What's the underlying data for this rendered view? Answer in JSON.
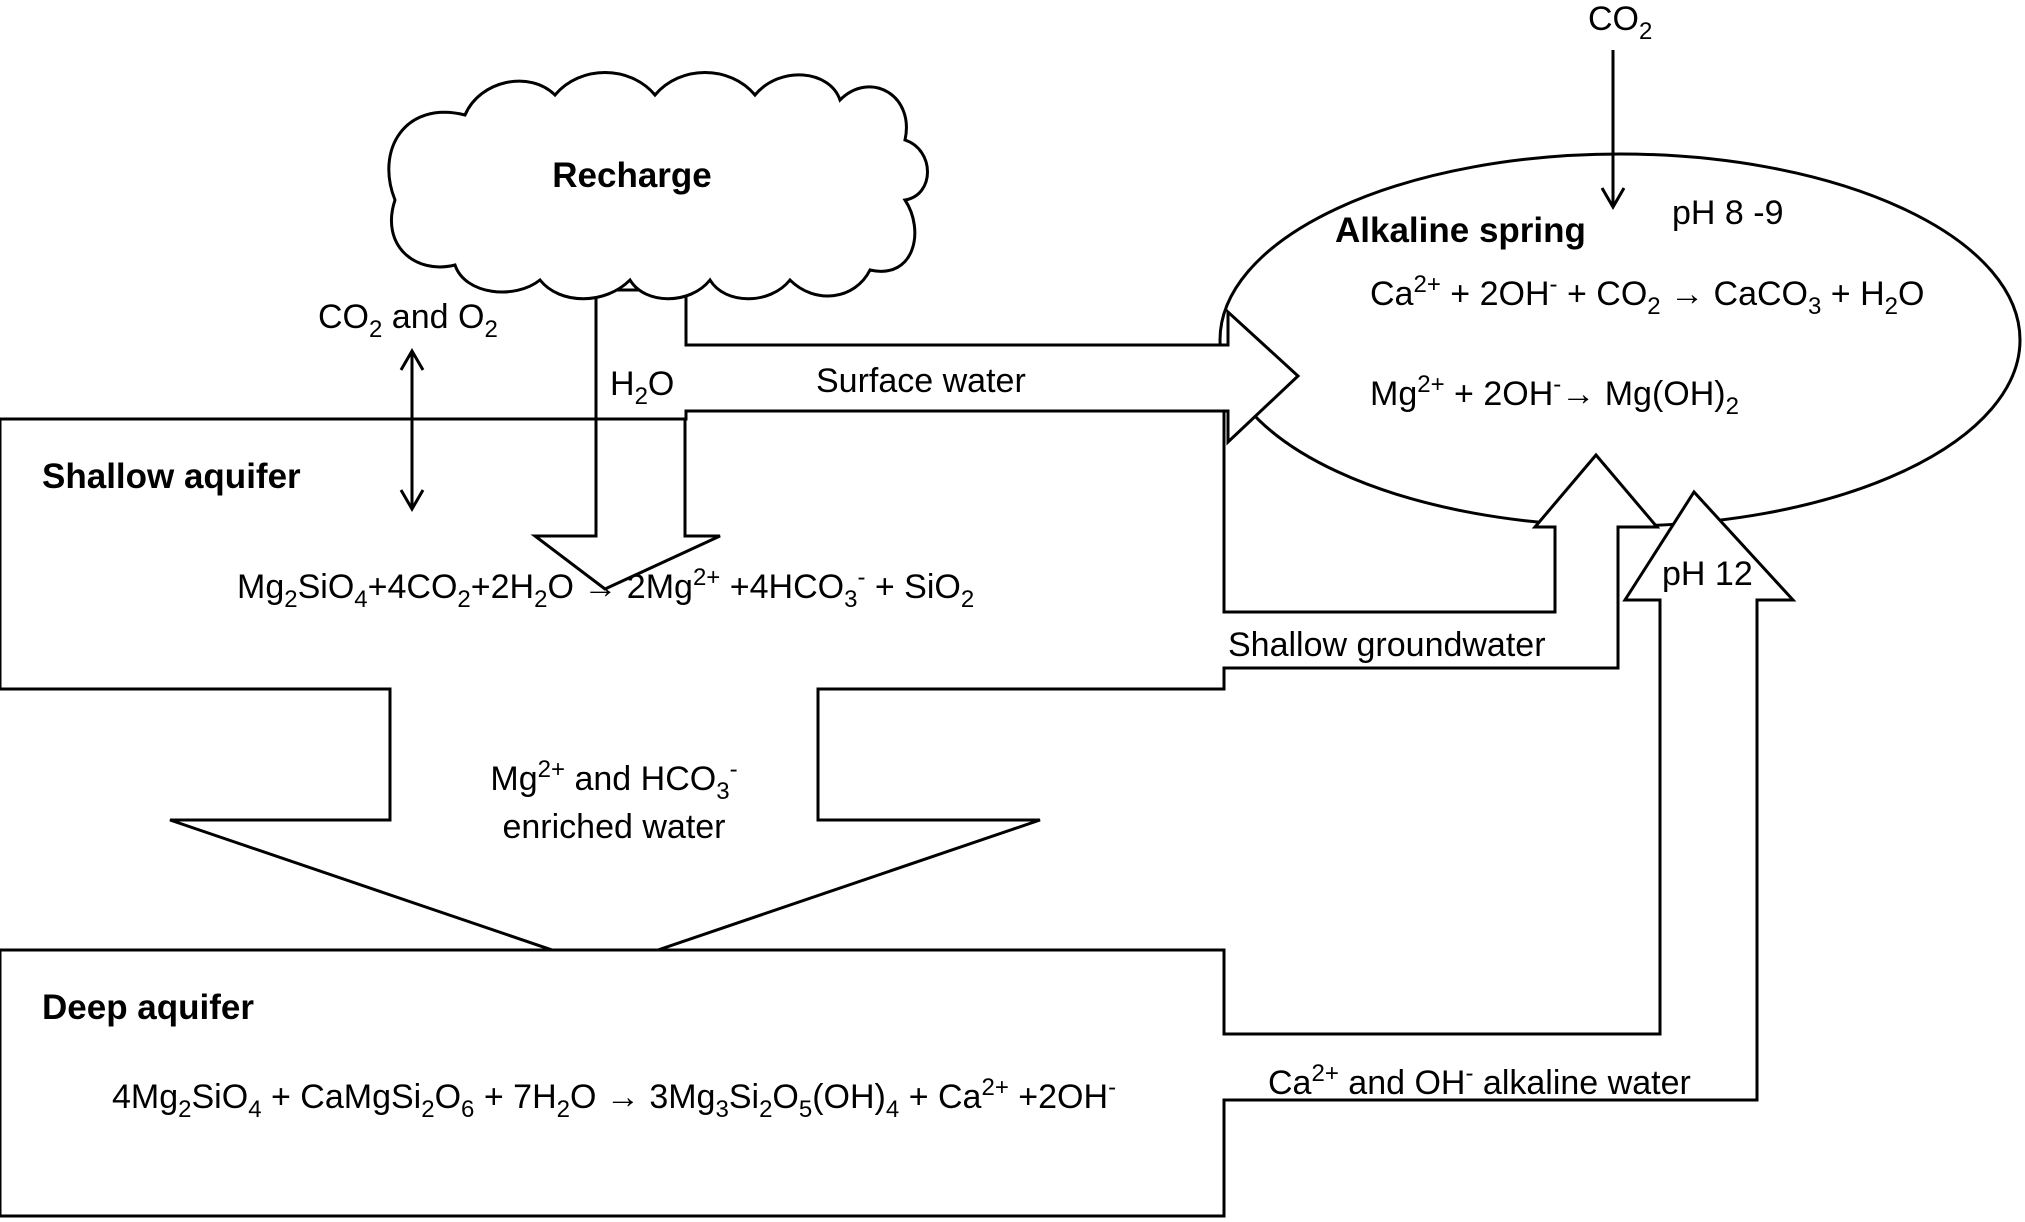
{
  "cloud": {
    "label": "Recharge"
  },
  "co2_o2": {
    "a": "CO",
    "a_sub": "2",
    "b": " and O",
    "b_sub": "2"
  },
  "h2o": {
    "a": "H",
    "sub": "2",
    "b": "O"
  },
  "surface_water": "Surface water",
  "shallow_aquifer": {
    "title": "Shallow aquifer",
    "equation": [
      {
        "t": "Mg"
      },
      {
        "t": "2",
        "sub": true
      },
      {
        "t": "SiO"
      },
      {
        "t": "4",
        "sub": true
      },
      {
        "t": "+4CO"
      },
      {
        "t": "2",
        "sub": true
      },
      {
        "t": "+2H"
      },
      {
        "t": "2",
        "sub": true
      },
      {
        "t": "O → 2Mg"
      },
      {
        "t": "2+",
        "sup": true
      },
      {
        "t": " +4HCO"
      },
      {
        "t": "3",
        "sub": true
      },
      {
        "t": "-",
        "sup": true
      },
      {
        "t": " + SiO"
      },
      {
        "t": "2",
        "sub": true
      }
    ]
  },
  "enriched": {
    "line1": [
      {
        "t": "Mg"
      },
      {
        "t": "2+",
        "sup": true
      },
      {
        "t": " and HCO"
      },
      {
        "t": "3",
        "sub": true
      },
      {
        "t": "-",
        "sup": true
      }
    ],
    "line2": "enriched water"
  },
  "deep_aquifer": {
    "title": "Deep aquifer",
    "equation": [
      {
        "t": "4Mg"
      },
      {
        "t": "2",
        "sub": true
      },
      {
        "t": "SiO"
      },
      {
        "t": "4",
        "sub": true
      },
      {
        "t": " + CaMgSi"
      },
      {
        "t": "2",
        "sub": true
      },
      {
        "t": "O"
      },
      {
        "t": "6",
        "sub": true
      },
      {
        "t": " + 7H"
      },
      {
        "t": "2",
        "sub": true
      },
      {
        "t": "O → 3Mg"
      },
      {
        "t": "3",
        "sub": true
      },
      {
        "t": "Si"
      },
      {
        "t": "2",
        "sub": true
      },
      {
        "t": "O"
      },
      {
        "t": "5",
        "sub": true
      },
      {
        "t": "(OH)"
      },
      {
        "t": "4",
        "sub": true
      },
      {
        "t": " + Ca"
      },
      {
        "t": "2+",
        "sup": true
      },
      {
        "t": " +2OH"
      },
      {
        "t": "-",
        "sup": true
      }
    ]
  },
  "shallow_groundwater": "Shallow groundwater",
  "alkaline_water": [
    {
      "t": "Ca"
    },
    {
      "t": "2+",
      "sup": true
    },
    {
      "t": " and OH"
    },
    {
      "t": "-",
      "sup": true
    },
    {
      "t": "  alkaline water"
    }
  ],
  "ph12": "pH 12",
  "co2_top": {
    "a": "CO",
    "sub": "2"
  },
  "spring": {
    "title": "Alkaline spring",
    "ph": "pH 8 -9",
    "eq1": [
      {
        "t": "Ca"
      },
      {
        "t": "2+",
        "sup": true
      },
      {
        "t": " + 2OH"
      },
      {
        "t": "-",
        "sup": true
      },
      {
        "t": " + CO"
      },
      {
        "t": "2",
        "sub": true
      },
      {
        "t": " → CaCO"
      },
      {
        "t": "3",
        "sub": true
      },
      {
        "t": " + H"
      },
      {
        "t": "2",
        "sub": true
      },
      {
        "t": "O"
      }
    ],
    "eq2": [
      {
        "t": "Mg"
      },
      {
        "t": "2+",
        "sup": true
      },
      {
        "t": " + 2OH"
      },
      {
        "t": "-",
        "sup": true
      },
      {
        "t": "→ Mg(OH)"
      },
      {
        "t": "2",
        "sub": true
      }
    ]
  }
}
